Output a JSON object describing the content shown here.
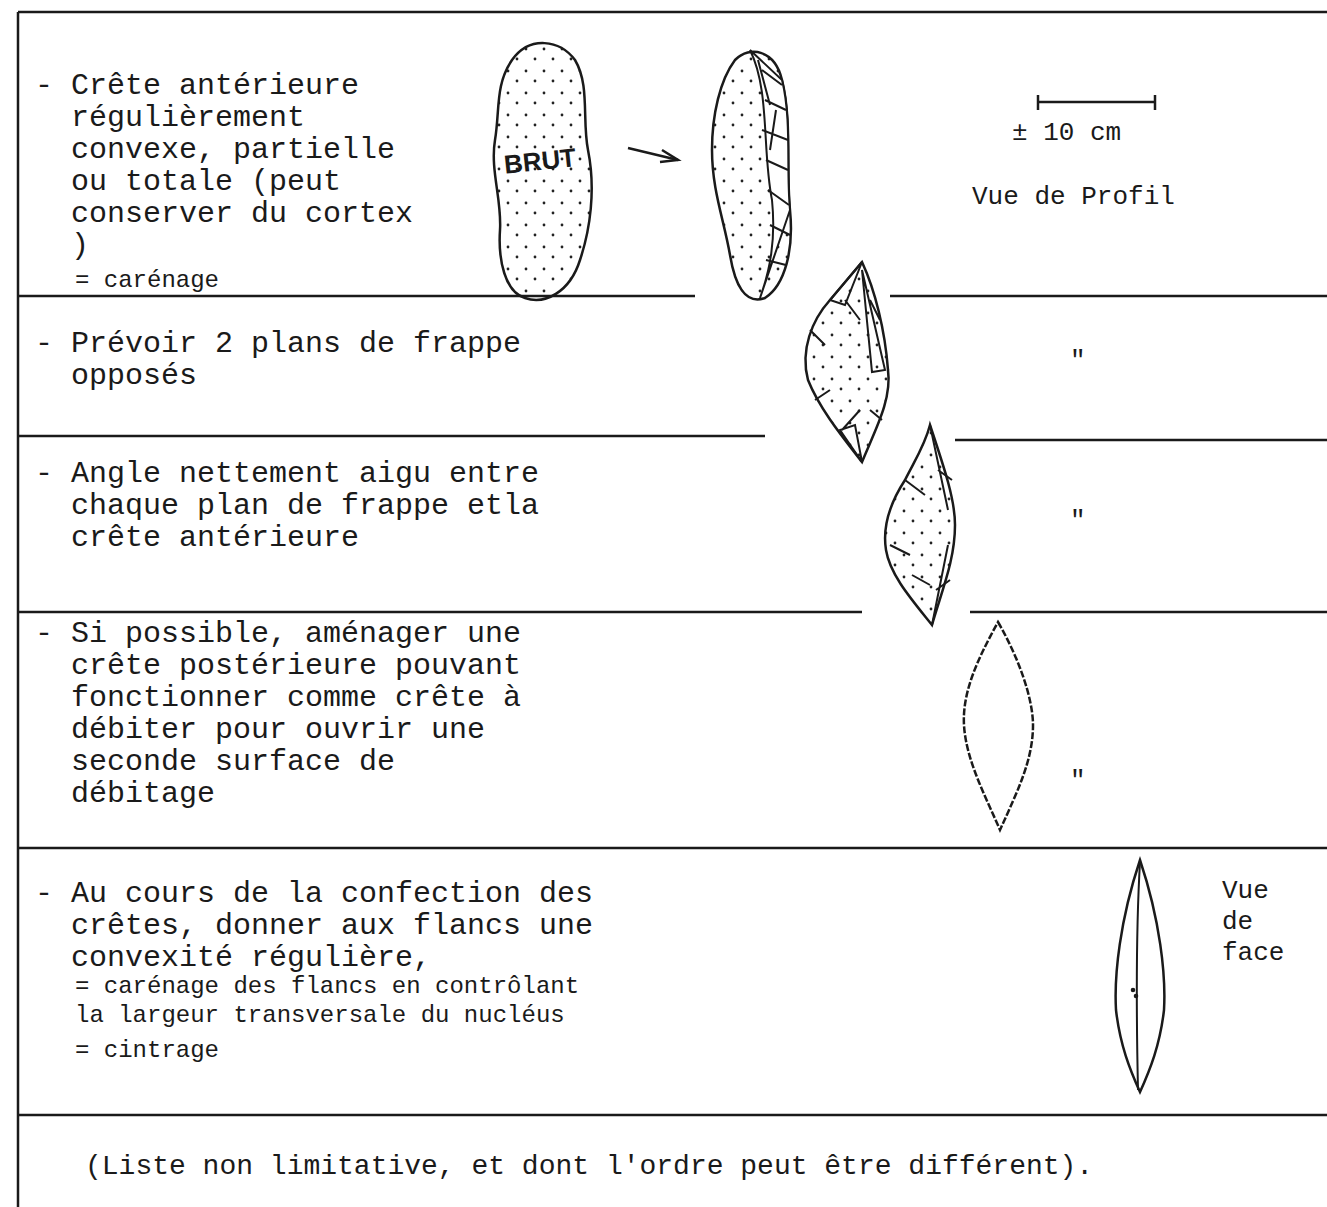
{
  "diagram": {
    "labels": [
      "- Crête antérieure régulièrement convexe, partielle ou totale (peut conserver du cortex )",
      "= carénage",
      "BRUT",
      "± 10 cm",
      "Vue de Profil",
      "- Prévoir 2 plans de frappe opposés",
      "\"",
      "- Angle nettement aigu entre chaque plan de frappe etla crête antérieure",
      "\"",
      "- Si possible, aménager une crête postérieure pouvant fonctionner comme crête à débiter pour ouvrir une seconde surface de débitage",
      "\"",
      "- Au cours de la confection des crêtes, donner aux flancs une convexité régulière,",
      "= carénage des flancs en contrôlant la largeur transversale du nucléus",
      "= cintrage",
      "Vue de face",
      "(Liste non limitative, et dont l'ordre peut être différent)."
    ]
  }
}
